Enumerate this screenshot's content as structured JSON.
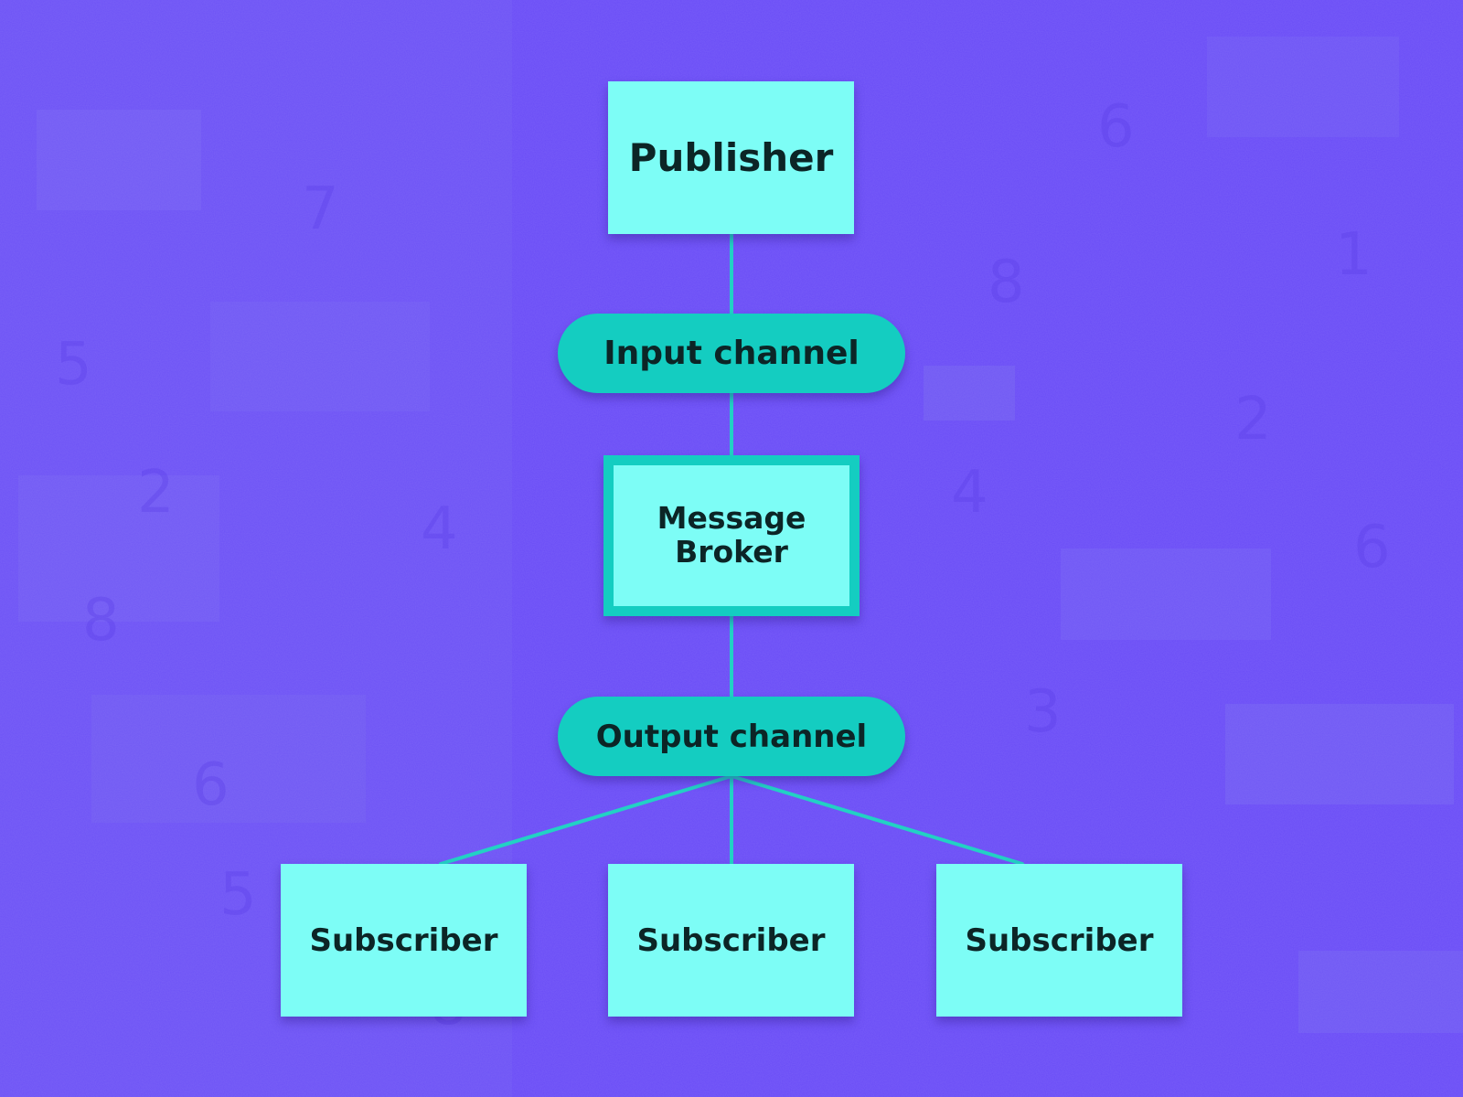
{
  "diagram": {
    "publisher": {
      "label": "Publisher"
    },
    "input_channel": {
      "label": "Input channel"
    },
    "broker": {
      "line1": "Message",
      "line2": "Broker"
    },
    "output_channel": {
      "label": "Output channel"
    },
    "subscribers": [
      {
        "label": "Subscriber"
      },
      {
        "label": "Subscriber"
      },
      {
        "label": "Subscriber"
      }
    ]
  },
  "colors": {
    "background": "#6a4cf6",
    "box_fill": "#7dfdf6",
    "channel_fill": "#14cdc1",
    "text": "#0c2526",
    "connector": "#22d1c4"
  }
}
